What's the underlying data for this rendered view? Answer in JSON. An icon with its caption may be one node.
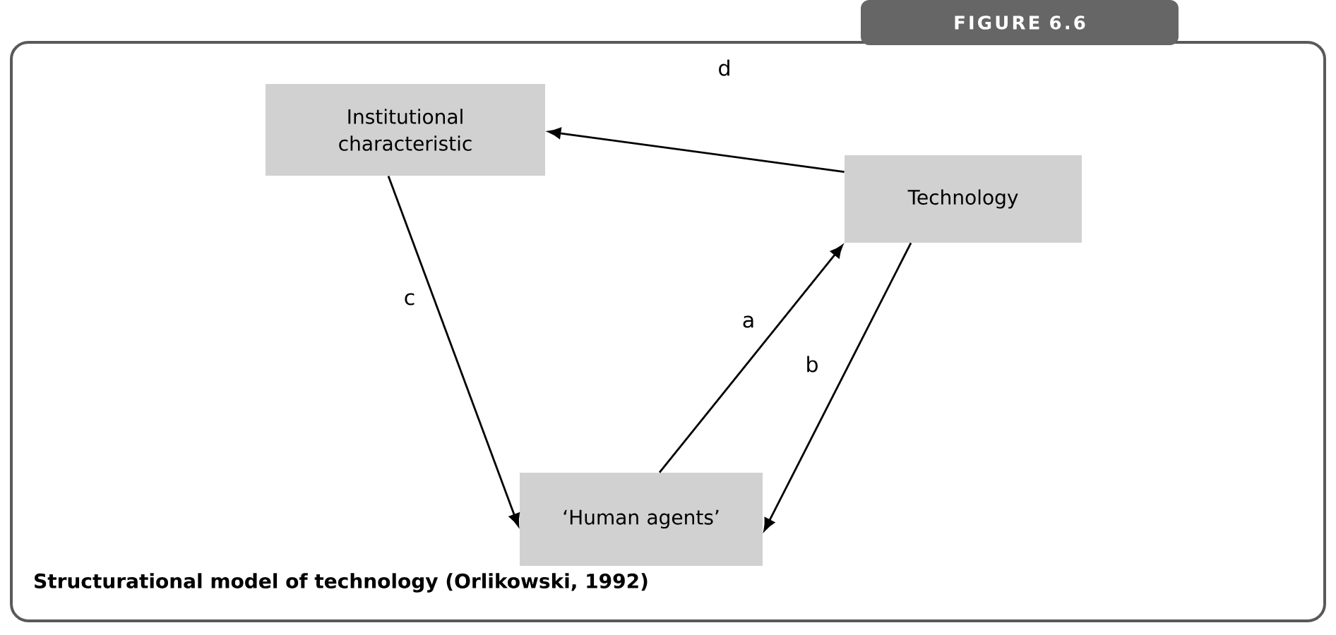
{
  "diagram": {
    "title": "FIGURE 6.6",
    "caption": "Structurational model of technology (Orlikowski, 1992)",
    "nodes": [
      {
        "text": [
          "Institutional characteristic"
        ]
      },
      {
        "text": [
          "Technology"
        ]
      },
      {
        "text": [
          "‘Human agents’"
        ]
      }
    ],
    "edges": [
      {
        "from": 1,
        "to": 0,
        "arrow": "to",
        "label": "d"
      },
      {
        "from": 0,
        "to": 2,
        "arrow": "to",
        "label": "c"
      },
      {
        "from": 2,
        "to": 1,
        "arrow": "to",
        "label": "a"
      },
      {
        "from": 1,
        "to": 2,
        "arrow": "to",
        "label": "b"
      }
    ]
  }
}
